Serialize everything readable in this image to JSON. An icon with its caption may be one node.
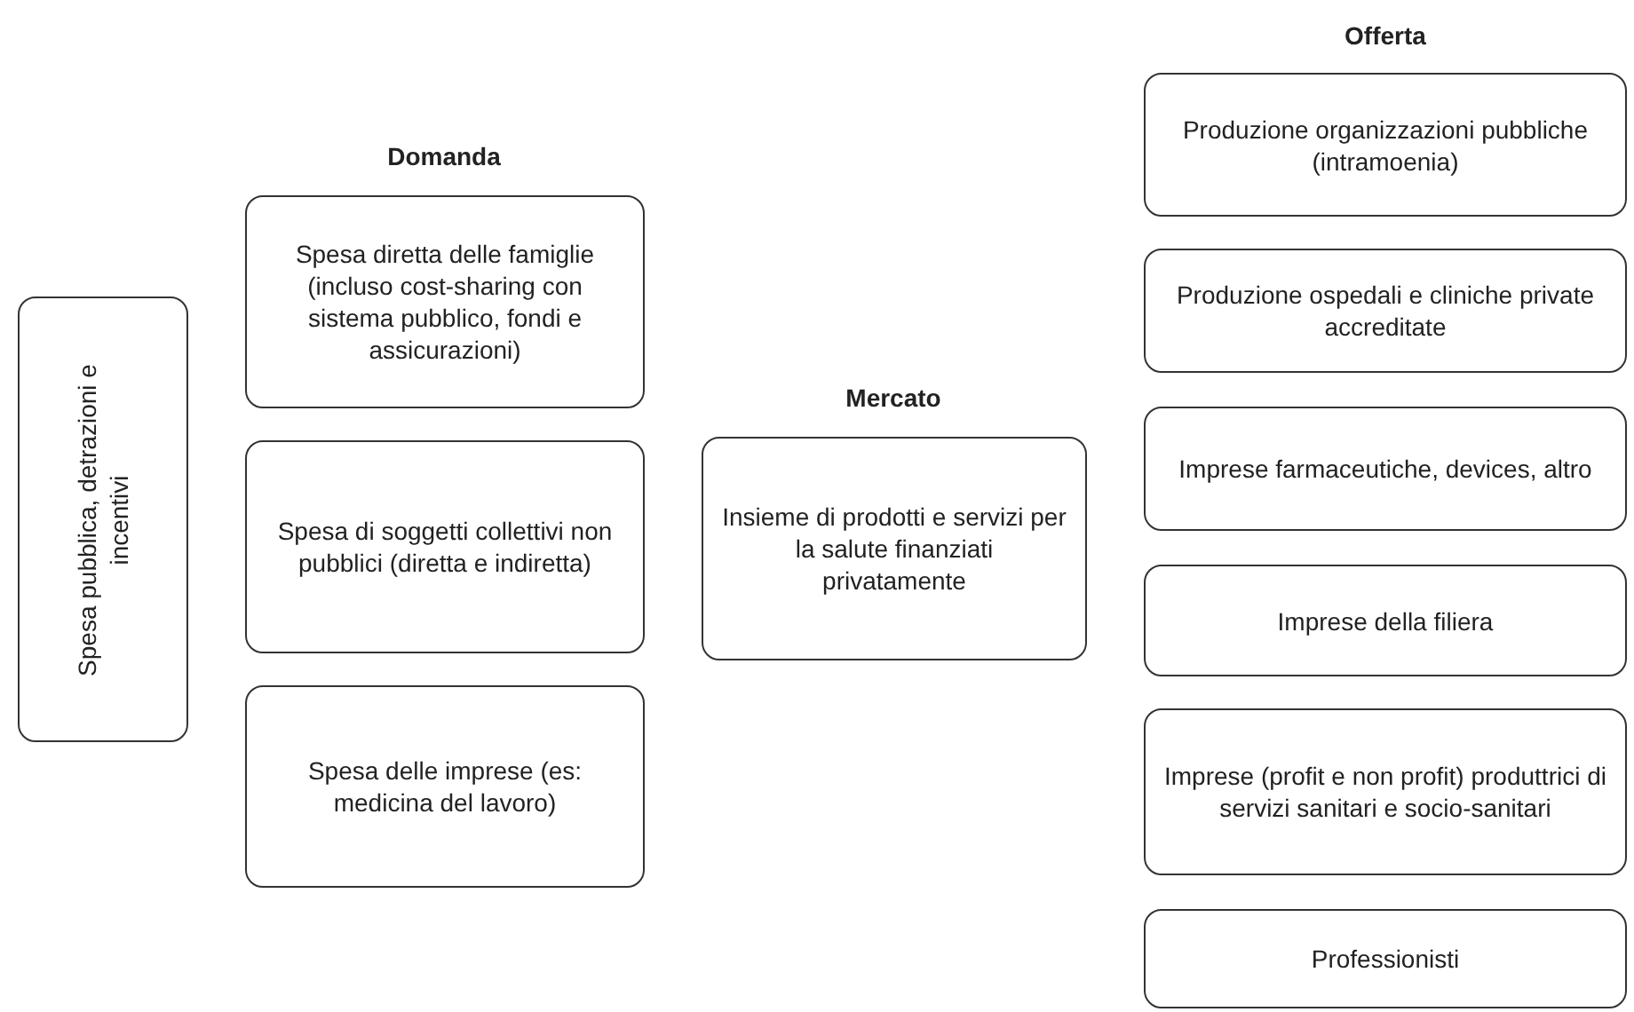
{
  "diagram": {
    "nodes": [
      {
        "text": [
          "Spesa pubblica, detrazioni e incentivi"
        ]
      },
      {
        "text": [
          "Spesa diretta delle famiglie (incluso cost-sharing con sistema pubblico, fondi e assicurazioni)"
        ]
      },
      {
        "text": [
          "Spesa di soggetti collettivi non pubblici (diretta e indiretta)"
        ]
      },
      {
        "text": [
          "Spesa delle imprese (es: medicina del lavoro)"
        ]
      },
      {
        "text": [
          "Insieme di prodotti e servizi per la salute finanziati privatamente"
        ]
      },
      {
        "text": [
          "Produzione organizzazioni pubbliche (intramoenia)"
        ]
      },
      {
        "text": [
          "Produzione ospedali e cliniche private accreditate"
        ]
      },
      {
        "text": [
          "Imprese farmaceutiche, devices, altro"
        ]
      },
      {
        "text": [
          "Imprese della filiera"
        ]
      },
      {
        "text": [
          "Imprese (profit e non profit) produttrici di servizi sanitari e socio-sanitari"
        ]
      },
      {
        "text": [
          "Professionisti"
        ]
      }
    ],
    "edges": [],
    "labels": [
      "Offerta",
      "Domanda",
      "Mercato"
    ]
  }
}
